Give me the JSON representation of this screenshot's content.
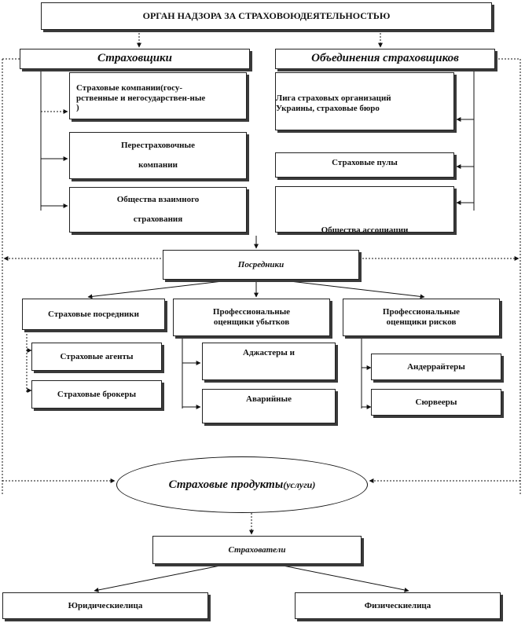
{
  "supervisory_body": "ОРГАН НАДЗОРА ЗА СТРАХОВОЮДЕЯТЕЛЬНОСТЬЮ",
  "insurers": {
    "title": "Страховщики",
    "companies": [
      "Страховые компании(госу-",
      "рственные и негосударствен-ные",
      ")"
    ],
    "reinsurers": [
      "Перестраховочные",
      "компании"
    ],
    "mutual": [
      "Общества взаимного",
      "страхования"
    ]
  },
  "associations": {
    "title": "Объединения страховщиков",
    "league": [
      "Лига страховых организаций",
      "Украины, страховые бюро"
    ],
    "pools": "Страховые пулы",
    "societies": "Общества ассоциации"
  },
  "intermediaries": {
    "title": "Посредники",
    "insurance_intermediaries": "Страховые посредники",
    "agents": "Страховые агенты",
    "brokers": "Страховые брокеры",
    "loss_assessors": [
      "Профессиональные",
      "оценщики убытков"
    ],
    "adjusters": "Аджастеры и",
    "emergency": "Аварийные",
    "risk_assessors": [
      "Профессиональные",
      "оценщики рисков"
    ],
    "underwriters": "Андеррайтеры",
    "surveyors": "Сюрвееры"
  },
  "products": {
    "main": "Страховые продукты",
    "sub": "(услуги)"
  },
  "policyholders": {
    "title": "Страхователи",
    "legal": "Юридическиелица",
    "individual": "Физическиелица"
  }
}
